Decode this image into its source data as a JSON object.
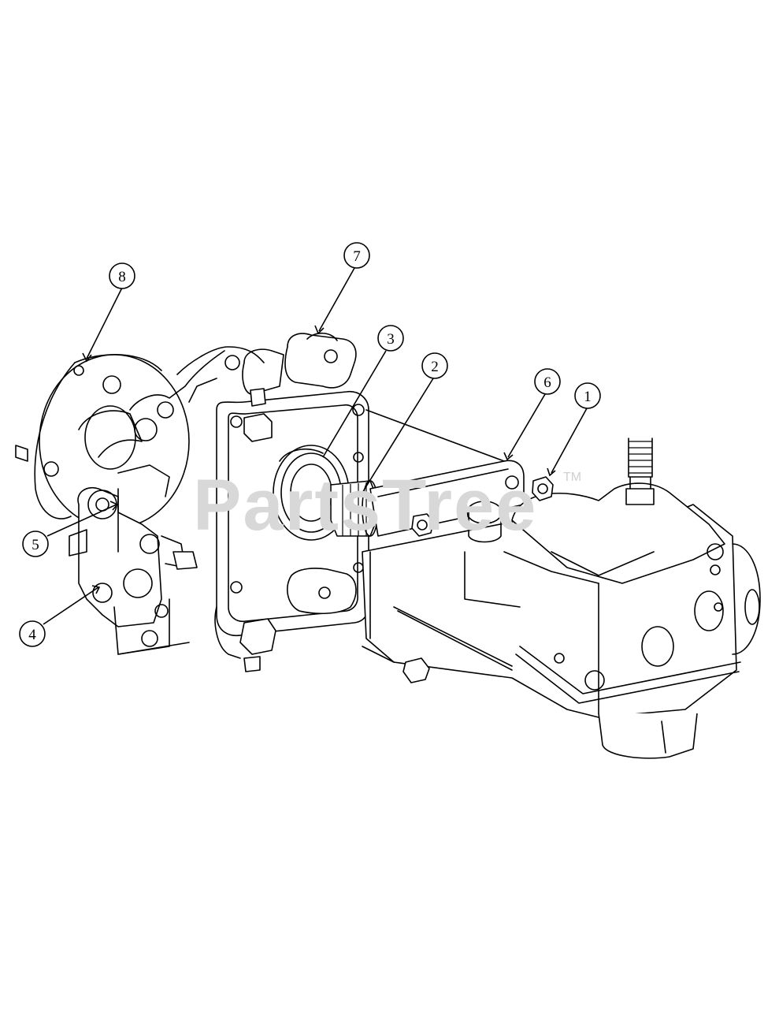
{
  "diagram": {
    "callouts": [
      {
        "id": "1",
        "label": "1"
      },
      {
        "id": "2",
        "label": "2"
      },
      {
        "id": "3",
        "label": "3"
      },
      {
        "id": "4",
        "label": "4"
      },
      {
        "id": "5",
        "label": "5"
      },
      {
        "id": "6",
        "label": "6"
      },
      {
        "id": "7",
        "label": "7"
      },
      {
        "id": "8",
        "label": "8"
      }
    ]
  },
  "watermark": {
    "text": "PartsTree",
    "tm": "TM"
  }
}
